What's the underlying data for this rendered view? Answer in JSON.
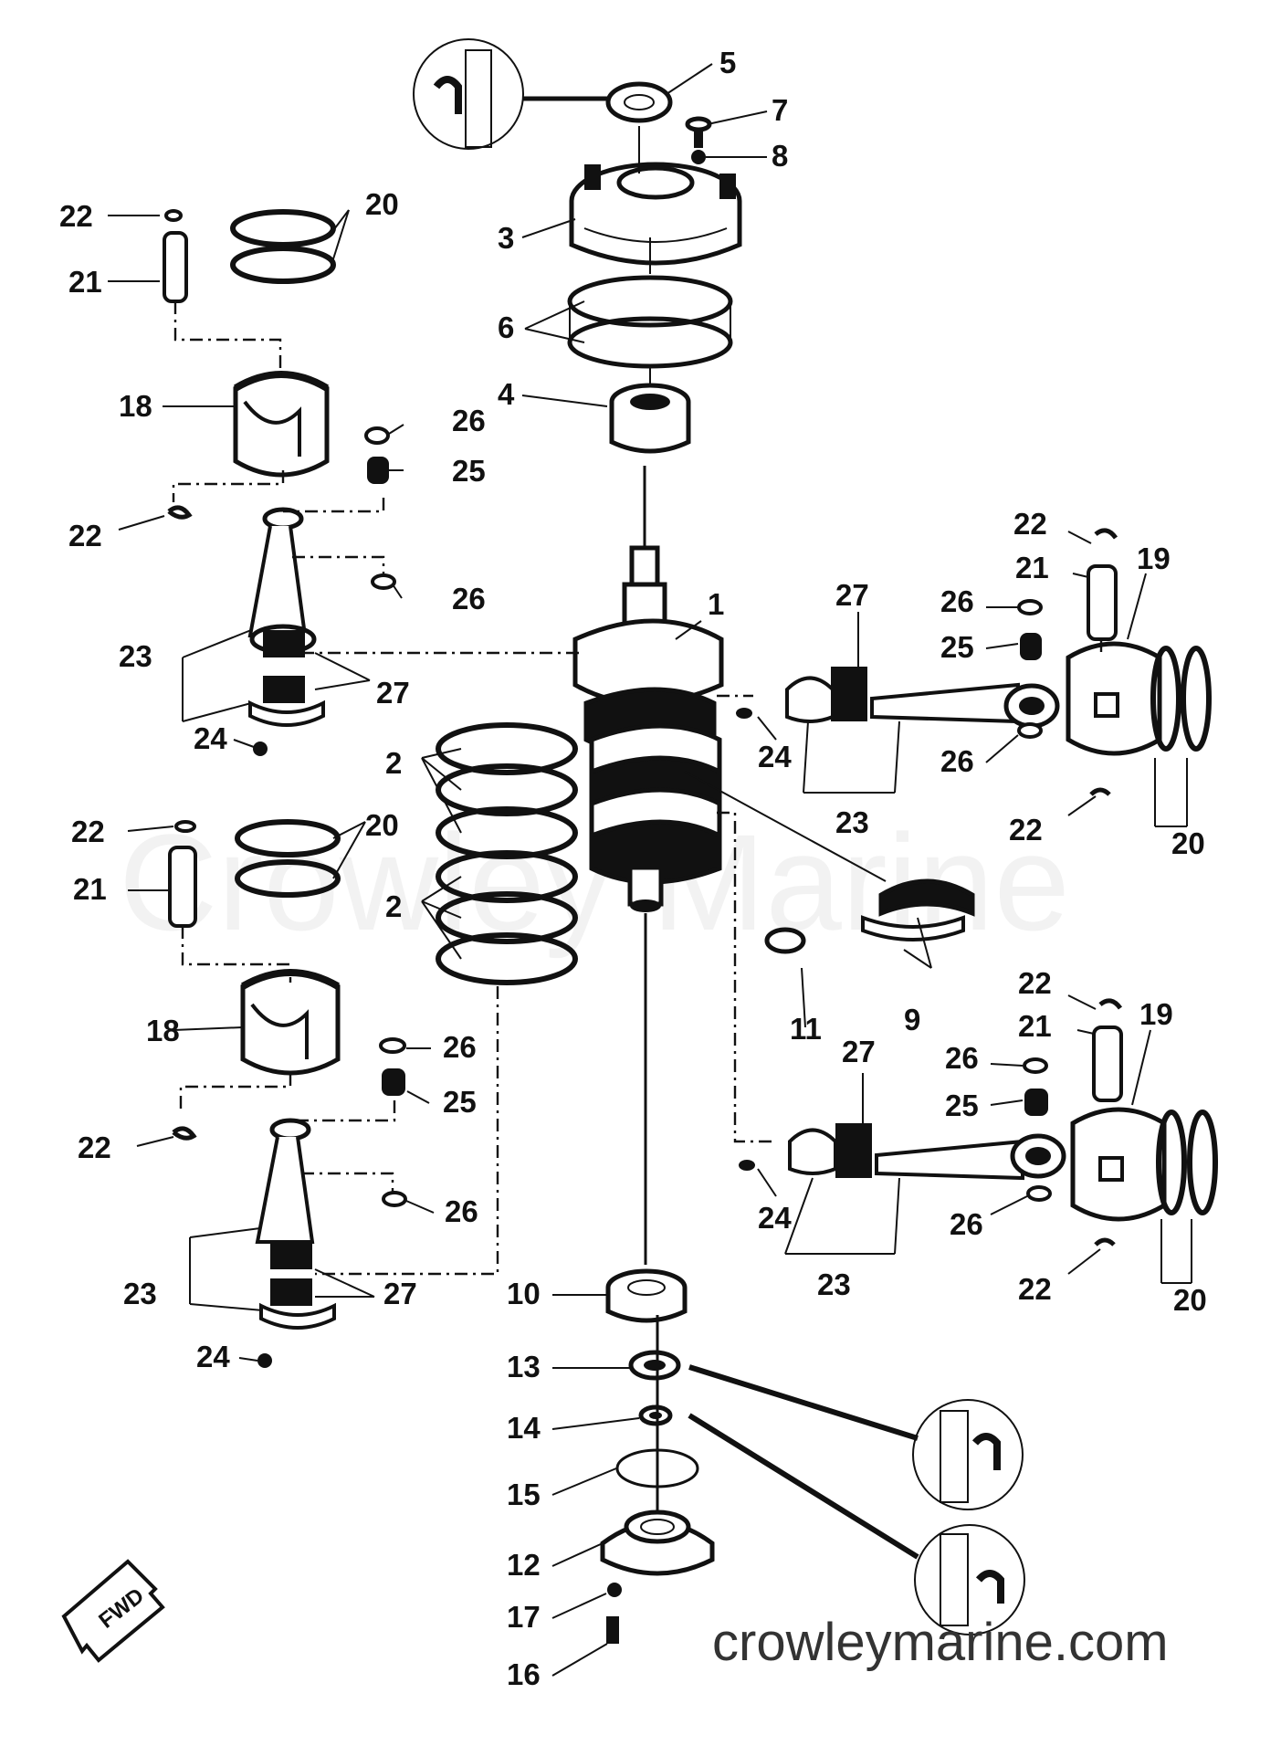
{
  "watermark": "Crowley Marine",
  "site_caption": "crowleymarine.com",
  "fwd_label": "FWD",
  "callouts": [
    {
      "id": "c5",
      "label": "5"
    },
    {
      "id": "c7",
      "label": "7"
    },
    {
      "id": "c8",
      "label": "8"
    },
    {
      "id": "c3",
      "label": "3"
    },
    {
      "id": "c6",
      "label": "6"
    },
    {
      "id": "c4",
      "label": "4"
    },
    {
      "id": "c1",
      "label": "1"
    },
    {
      "id": "c2a",
      "label": "2"
    },
    {
      "id": "c2b",
      "label": "2"
    },
    {
      "id": "c9",
      "label": "9"
    },
    {
      "id": "c11",
      "label": "11"
    },
    {
      "id": "c10",
      "label": "10"
    },
    {
      "id": "c13",
      "label": "13"
    },
    {
      "id": "c14",
      "label": "14"
    },
    {
      "id": "c15",
      "label": "15"
    },
    {
      "id": "c12",
      "label": "12"
    },
    {
      "id": "c17",
      "label": "17"
    },
    {
      "id": "c16",
      "label": "16"
    },
    {
      "id": "c22a",
      "label": "22"
    },
    {
      "id": "c21a",
      "label": "21"
    },
    {
      "id": "c20a",
      "label": "20"
    },
    {
      "id": "c18a",
      "label": "18"
    },
    {
      "id": "c26a",
      "label": "26"
    },
    {
      "id": "c25a",
      "label": "25"
    },
    {
      "id": "c22b",
      "label": "22"
    },
    {
      "id": "c26b",
      "label": "26"
    },
    {
      "id": "c23a",
      "label": "23"
    },
    {
      "id": "c27a",
      "label": "27"
    },
    {
      "id": "c24a",
      "label": "24"
    },
    {
      "id": "c22c",
      "label": "22"
    },
    {
      "id": "c21b",
      "label": "21"
    },
    {
      "id": "c20b",
      "label": "20"
    },
    {
      "id": "c18b",
      "label": "18"
    },
    {
      "id": "c26c",
      "label": "26"
    },
    {
      "id": "c25b",
      "label": "25"
    },
    {
      "id": "c22d",
      "label": "22"
    },
    {
      "id": "c26d",
      "label": "26"
    },
    {
      "id": "c23b",
      "label": "23"
    },
    {
      "id": "c27b",
      "label": "27"
    },
    {
      "id": "c24b",
      "label": "24"
    },
    {
      "id": "c22e",
      "label": "22"
    },
    {
      "id": "c21c",
      "label": "21"
    },
    {
      "id": "c19a",
      "label": "19"
    },
    {
      "id": "c27c",
      "label": "27"
    },
    {
      "id": "c26e",
      "label": "26"
    },
    {
      "id": "c25c",
      "label": "25"
    },
    {
      "id": "c24c",
      "label": "24"
    },
    {
      "id": "c26f",
      "label": "26"
    },
    {
      "id": "c23c",
      "label": "23"
    },
    {
      "id": "c22f",
      "label": "22"
    },
    {
      "id": "c20c",
      "label": "20"
    },
    {
      "id": "c22g",
      "label": "22"
    },
    {
      "id": "c21d",
      "label": "21"
    },
    {
      "id": "c19b",
      "label": "19"
    },
    {
      "id": "c27d",
      "label": "27"
    },
    {
      "id": "c26g",
      "label": "26"
    },
    {
      "id": "c25d",
      "label": "25"
    },
    {
      "id": "c24d",
      "label": "24"
    },
    {
      "id": "c26h",
      "label": "26"
    },
    {
      "id": "c23d",
      "label": "23"
    },
    {
      "id": "c22h",
      "label": "22"
    },
    {
      "id": "c20d",
      "label": "20"
    }
  ]
}
